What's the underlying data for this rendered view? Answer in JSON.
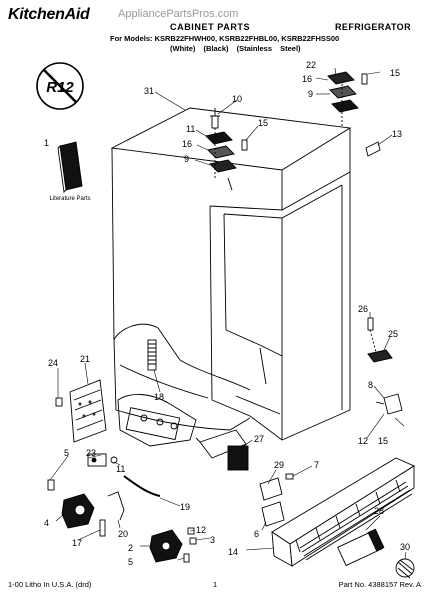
{
  "header": {
    "brand": "KitchenAid",
    "watermark": "AppliancePartsPros.com",
    "section_title": "CABINET PARTS",
    "product_type": "REFRIGERATOR",
    "models_line": "For Models: KSRB22FHWH00, KSRB22FHBL00, KSRB22FHSS00",
    "colors_line": "(White)   (Black)   (Stainless Steel)"
  },
  "badge": {
    "text": "R12"
  },
  "literature_label": "Literature Parts",
  "callouts": [
    {
      "id": "c31",
      "text": "31"
    },
    {
      "id": "c1",
      "text": "1"
    },
    {
      "id": "c22",
      "text": "22"
    },
    {
      "id": "c15a",
      "text": "15"
    },
    {
      "id": "c16a",
      "text": "16"
    },
    {
      "id": "c9a",
      "text": "9"
    },
    {
      "id": "c10",
      "text": "10"
    },
    {
      "id": "c11",
      "text": "11"
    },
    {
      "id": "c15b",
      "text": "15"
    },
    {
      "id": "c16b",
      "text": "16"
    },
    {
      "id": "c9b",
      "text": "9"
    },
    {
      "id": "c13",
      "text": "13"
    },
    {
      "id": "c26",
      "text": "26"
    },
    {
      "id": "c25",
      "text": "25"
    },
    {
      "id": "c24",
      "text": "24"
    },
    {
      "id": "c21",
      "text": "21"
    },
    {
      "id": "c18",
      "text": "18"
    },
    {
      "id": "c8",
      "text": "8"
    },
    {
      "id": "c27",
      "text": "27"
    },
    {
      "id": "c12a",
      "text": "12"
    },
    {
      "id": "c15c",
      "text": "15"
    },
    {
      "id": "c5a",
      "text": "5"
    },
    {
      "id": "c23",
      "text": "23"
    },
    {
      "id": "c11b",
      "text": "11"
    },
    {
      "id": "c29",
      "text": "29"
    },
    {
      "id": "c7",
      "text": "7"
    },
    {
      "id": "c19",
      "text": "19"
    },
    {
      "id": "c4",
      "text": "4"
    },
    {
      "id": "c17",
      "text": "17"
    },
    {
      "id": "c20",
      "text": "20"
    },
    {
      "id": "c12b",
      "text": "12"
    },
    {
      "id": "c3",
      "text": "3"
    },
    {
      "id": "c2",
      "text": "2"
    },
    {
      "id": "c5b",
      "text": "5"
    },
    {
      "id": "c6",
      "text": "6"
    },
    {
      "id": "c14",
      "text": "14"
    },
    {
      "id": "c28",
      "text": "28"
    },
    {
      "id": "c30",
      "text": "30"
    }
  ],
  "footer": {
    "litho": "1-00 Litho In U.S.A. (drd)",
    "page_number": "1",
    "part_number": "Part No. 4388157 Rev. A"
  }
}
